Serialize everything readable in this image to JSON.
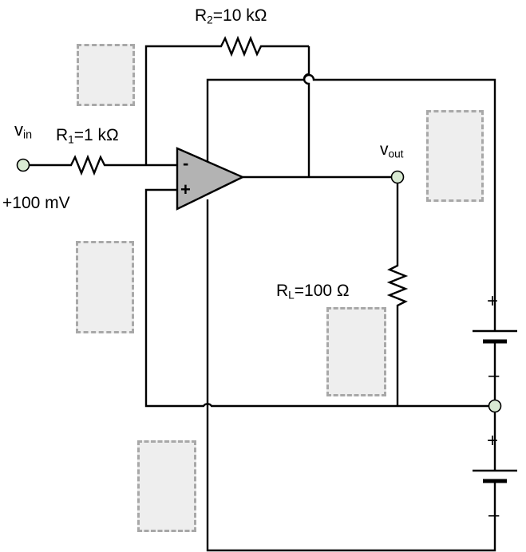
{
  "labels": {
    "r2_name": "R",
    "r2_sub": "2",
    "r2_value": "=10 kΩ",
    "r1_name": "R",
    "r1_sub": "1",
    "r1_value": "=1 kΩ",
    "rl_name": "R",
    "rl_sub": "L",
    "rl_value": "=100 Ω",
    "vin_name": "v",
    "vin_sub": "in",
    "vin_value": "+100 mV",
    "vout_name": "v",
    "vout_sub": "out",
    "opamp_minus": "-",
    "opamp_plus": "+",
    "battery_top_plus": "+",
    "battery_top_minus": "–",
    "battery_bottom_plus": "+",
    "battery_bottom_minus": "–"
  },
  "colors": {
    "wire": "#000000",
    "opamp_fill": "#b3b3b3",
    "node_fill": "#d9ead3",
    "placeholder_fill": "#eeeeee",
    "placeholder_border": "#a8a8a8"
  }
}
